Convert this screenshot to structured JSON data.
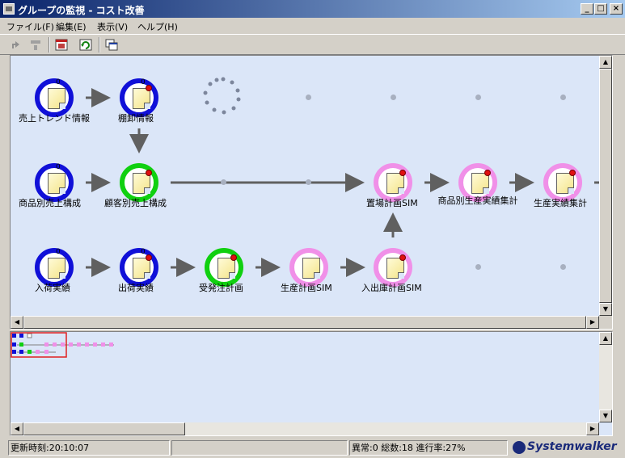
{
  "window": {
    "title": "グループの監視 - コスト改善",
    "minimize": "_",
    "maximize": "□",
    "close": "×"
  },
  "menu": [
    {
      "label": "ファイル(F)"
    },
    {
      "label": "編集(E)"
    },
    {
      "label": "表示(V)"
    },
    {
      "label": "ヘルプ(H)"
    }
  ],
  "toolbar": [
    {
      "icon": "back-arrow-icon"
    },
    {
      "icon": "tree-icon"
    },
    {
      "icon": "calendar-icon"
    },
    {
      "icon": "refresh-icon"
    },
    {
      "icon": "window-copy-icon"
    }
  ],
  "nodes": [
    {
      "label": "売上トレンド情報",
      "status": "blue",
      "badge": "0"
    },
    {
      "label": "棚卸情報",
      "status": "blue",
      "badge": "0"
    },
    {
      "label": "商品別売上構成",
      "status": "blue",
      "badge": "0"
    },
    {
      "label": "顧客別売上構成",
      "status": "green",
      "badge": ""
    },
    {
      "label": "置場計画SIM",
      "status": "pink",
      "badge": ""
    },
    {
      "label": "商品別生産実績集計",
      "status": "pink",
      "badge": ""
    },
    {
      "label": "生産実績集計",
      "status": "pink",
      "badge": ""
    },
    {
      "label": "入荷実績",
      "status": "blue",
      "badge": "0"
    },
    {
      "label": "出荷実績",
      "status": "blue",
      "badge": "0"
    },
    {
      "label": "受発注計画",
      "status": "green",
      "badge": ""
    },
    {
      "label": "生産計画SIM",
      "status": "pink",
      "badge": ""
    },
    {
      "label": "入出庫計画SIM",
      "status": "pink",
      "badge": ""
    }
  ],
  "colors": {
    "blue": "#1010d8",
    "green": "#10d010",
    "pink": "#f090e8",
    "arrow": "#606060"
  },
  "status": {
    "updated": "更新時刻:20:10:07",
    "summary": "異常:0 総数:18 進行率:27%",
    "brand": "Systemwalker"
  }
}
